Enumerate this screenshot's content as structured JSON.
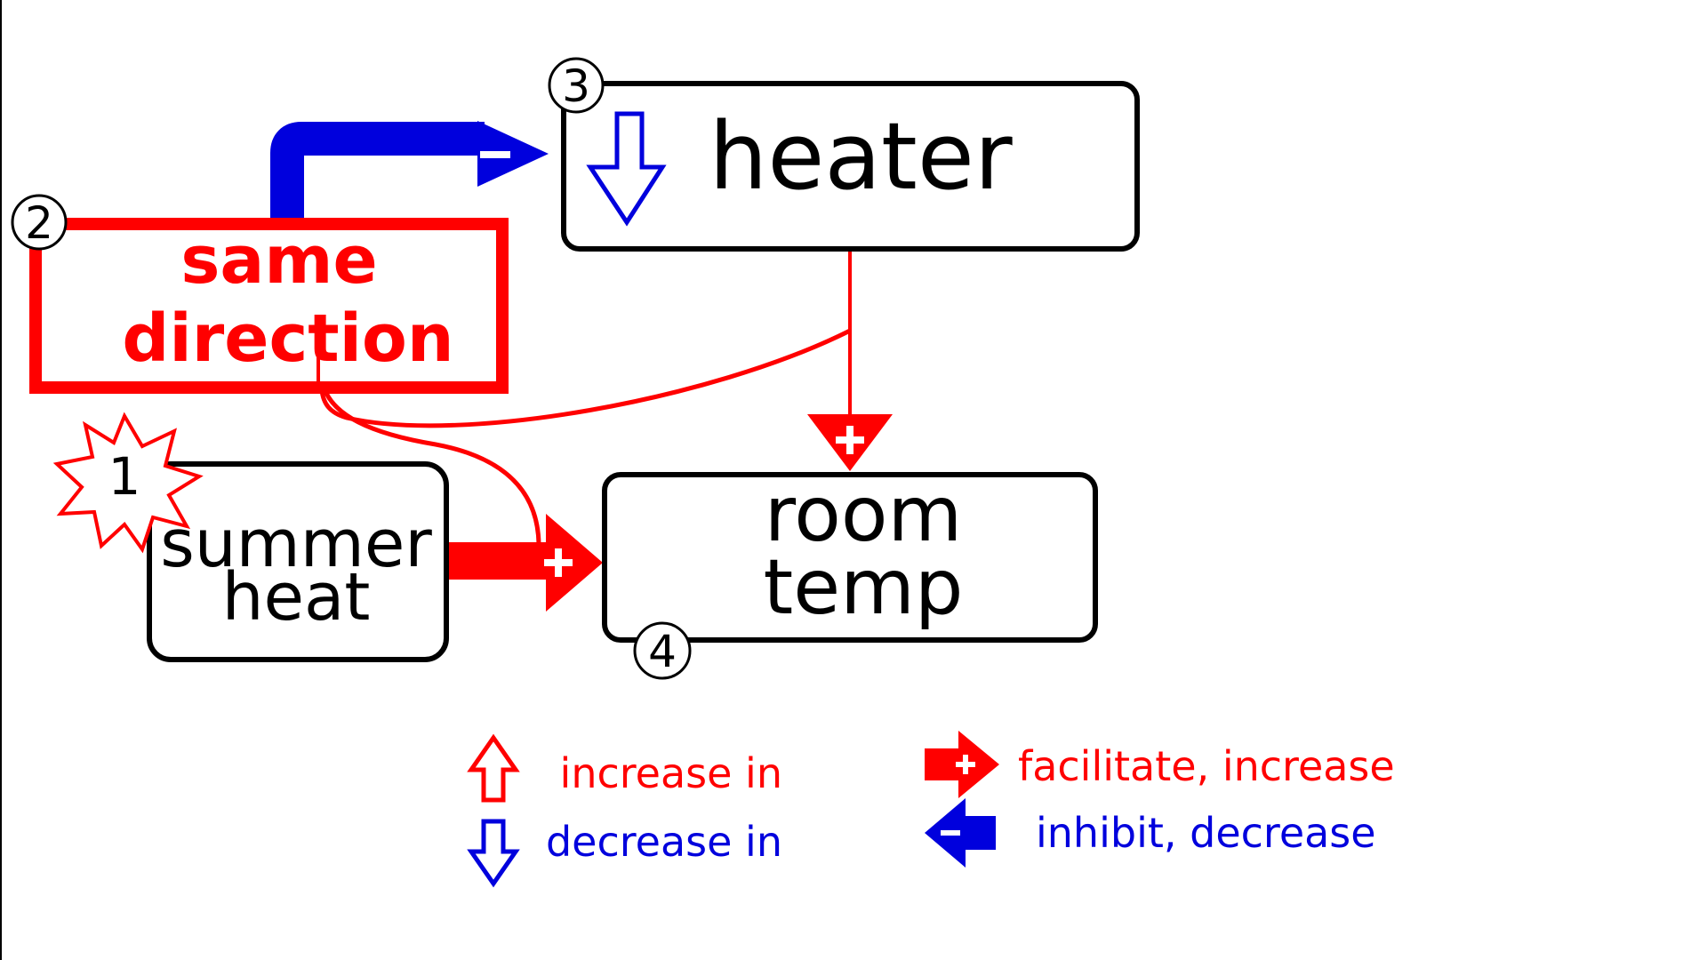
{
  "nodes": {
    "heater": "heater",
    "room_temp_line1": "room",
    "room_temp_line2": "temp",
    "summer_heat_line1": "summer",
    "summer_heat_line2": "heat",
    "same_direction_line1": "same",
    "same_direction_line2": "direction"
  },
  "step_numbers": {
    "step1": "1",
    "step2": "2",
    "step3": "3",
    "step4": "4"
  },
  "signs": {
    "plus": "+",
    "minus": "-"
  },
  "legend": {
    "increase_in": "increase in",
    "decrease_in": "decrease in",
    "facilitate_increase": "facilitate, increase",
    "inhibit_decrease": "inhibit, decrease"
  },
  "colors": {
    "red": "#ff0000",
    "blue": "#0000dd",
    "black": "#000000"
  }
}
